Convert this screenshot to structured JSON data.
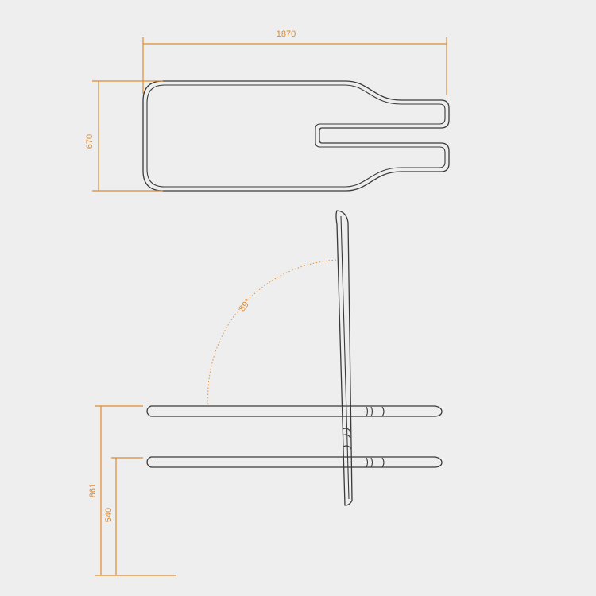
{
  "colors": {
    "background": "#eeeeee",
    "outline": "#3a3a3a",
    "dimension": "#e08a2e"
  },
  "dimensions": {
    "top_width": "1870",
    "top_height": "670",
    "side_total_height": "861",
    "side_lower_height": "540",
    "recline_angle": "89°"
  }
}
